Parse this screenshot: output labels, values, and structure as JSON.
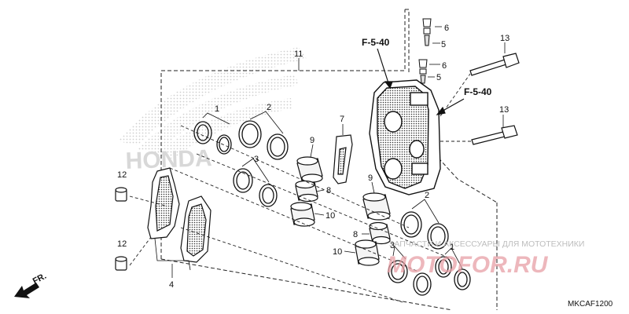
{
  "diagram": {
    "diagram_code": "MKCAF1200",
    "direction_label": "FR.",
    "ref_labels": [
      "F-5-40",
      "F-5-40"
    ],
    "callouts": {
      "c1a": "1",
      "c1b": "1",
      "c2a": "2",
      "c2b": "2",
      "c3a": "3",
      "c3b": "3",
      "c4": "4",
      "c5a": "5",
      "c5b": "5",
      "c6a": "6",
      "c6b": "6",
      "c7": "7",
      "c8a": "8",
      "c8b": "8",
      "c9a": "9",
      "c9b": "9",
      "c10a": "10",
      "c10b": "10",
      "c11": "11",
      "c12a": "12",
      "c12b": "12",
      "c13a": "13",
      "c13b": "13"
    }
  },
  "watermark": {
    "brand_text": "HONDA",
    "store_caption": "ЗАПЧАСТИ И АКСЕССУАРЫ ДЛЯ МОТОТЕХНИКИ",
    "store_domain_part1": "MOTO",
    "store_domain_part2": "FOR",
    "store_domain_part3": ".RU"
  },
  "colors": {
    "line": "#111111",
    "watermark_gray": "#d4d4d4",
    "watermark_red": "#e8a0a6"
  }
}
